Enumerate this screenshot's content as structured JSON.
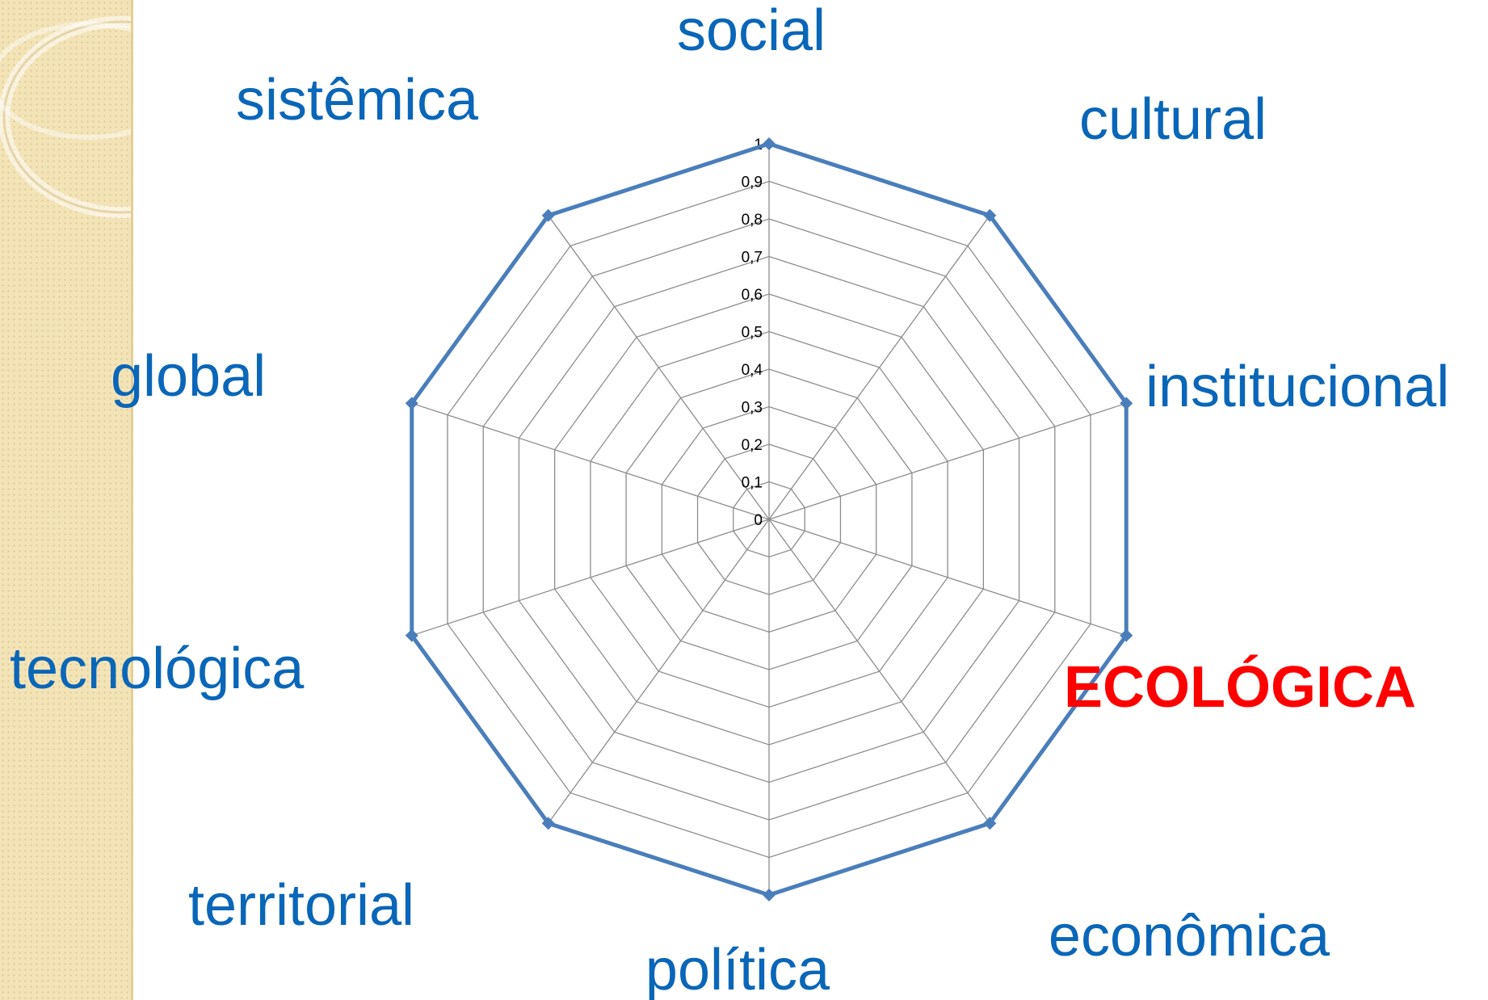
{
  "chart_data": {
    "type": "radar",
    "categories": [
      "social",
      "cultural",
      "institucional",
      "ECOLÓGICA",
      "econômica",
      "política",
      "territorial",
      "tecnológica",
      "global",
      "sistêmica"
    ],
    "highlight_category": "ECOLÓGICA",
    "series": [
      {
        "values": [
          1,
          1,
          1,
          1,
          1,
          1,
          1,
          1,
          1,
          1
        ],
        "color": "#4a7ebb"
      }
    ],
    "radial_range": [
      0,
      1
    ],
    "radial_ticks": [
      "0",
      "0,1",
      "0,2",
      "0,3",
      "0,4",
      "0,5",
      "0,6",
      "0,7",
      "0,8",
      "0,9",
      "1"
    ],
    "grid": true,
    "colors": {
      "label": "#0a66b8",
      "highlight": "#ff0000",
      "series": "#4a7ebb",
      "grid": "#8c8c8c",
      "sidebar": "#f3e4b8"
    }
  }
}
